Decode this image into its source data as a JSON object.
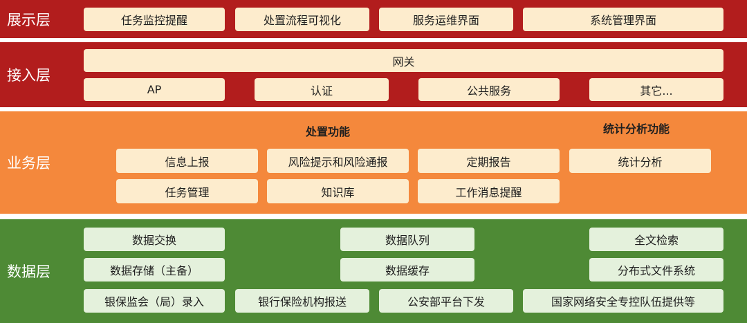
{
  "colors": {
    "presentation": "#b21d1d",
    "access": "#b21d1d",
    "business": "#f4883c",
    "data": "#4e8a35",
    "box_cream": "#fdeccd",
    "box_green": "#e4f1dc"
  },
  "presentation": {
    "label": "展示层",
    "items": [
      "任务监控提醒",
      "处置流程可视化",
      "服务运维界面",
      "系统管理界面"
    ]
  },
  "access": {
    "label": "接入层",
    "gateway": "网关",
    "items": [
      "AP",
      "认证",
      "公共服务",
      "其它..."
    ]
  },
  "business": {
    "label": "业务层",
    "heading_disposal": "处置功能",
    "heading_stats": "统计分析功能",
    "row1": [
      "信息上报",
      "风险提示和风险通报",
      "定期报告",
      "统计分析"
    ],
    "row2": [
      "任务管理",
      "知识库",
      "工作消息提醒"
    ]
  },
  "data": {
    "label": "数据层",
    "left": [
      "数据交换",
      "数据存储（主备）",
      "银保监会（局）录入"
    ],
    "middle": [
      "数据队列",
      "数据缓存"
    ],
    "right": [
      "全文检索",
      "分布式文件系统"
    ],
    "bottom": [
      "银行保险机构报送",
      "公安部平台下发",
      "国家网络安全专控队伍提供等"
    ]
  }
}
